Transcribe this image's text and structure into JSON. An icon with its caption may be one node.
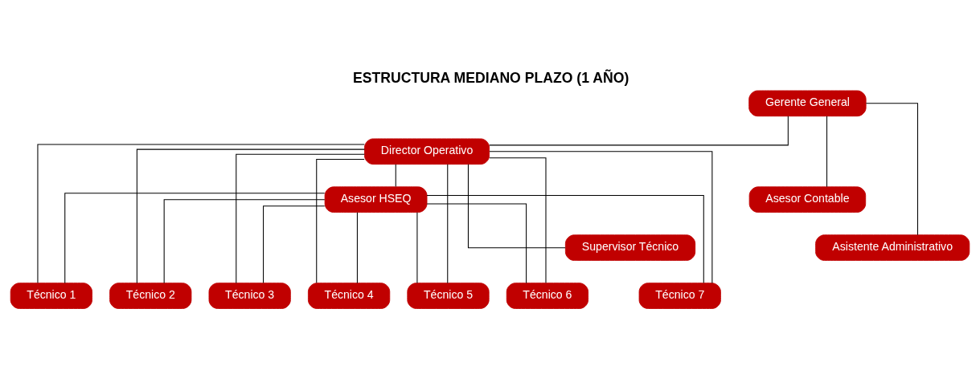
{
  "diagram": {
    "title": "ESTRUCTURA MEDIANO PLAZO (1 AÑO)",
    "nodes": [
      {
        "text": [
          "Gerente General"
        ]
      },
      {
        "text": [
          "Director Operativo"
        ]
      },
      {
        "text": [
          "Asesor HSEQ"
        ]
      },
      {
        "text": [
          "Asesor Contable"
        ]
      },
      {
        "text": [
          "Supervisor Técnico"
        ]
      },
      {
        "text": [
          "Asistente Administrativo"
        ]
      },
      {
        "text": [
          "Técnico 1"
        ]
      },
      {
        "text": [
          "Técnico 2"
        ]
      },
      {
        "text": [
          "Técnico 3"
        ]
      },
      {
        "text": [
          "Técnico 4"
        ]
      },
      {
        "text": [
          "Técnico 5"
        ]
      },
      {
        "text": [
          "Técnico 6"
        ]
      },
      {
        "text": [
          "Técnico 7"
        ]
      }
    ],
    "edges": [
      {
        "from": 0,
        "to": 1,
        "arrow": "none"
      },
      {
        "from": 0,
        "to": 3,
        "arrow": "none"
      },
      {
        "from": 0,
        "to": 5,
        "arrow": "none"
      },
      {
        "from": 1,
        "to": 2,
        "arrow": "none"
      },
      {
        "from": 1,
        "to": 4,
        "arrow": "none"
      },
      {
        "from": 1,
        "to": 6,
        "arrow": "none"
      },
      {
        "from": 1,
        "to": 7,
        "arrow": "none"
      },
      {
        "from": 1,
        "to": 8,
        "arrow": "none"
      },
      {
        "from": 1,
        "to": 9,
        "arrow": "none"
      },
      {
        "from": 1,
        "to": 10,
        "arrow": "none"
      },
      {
        "from": 1,
        "to": 11,
        "arrow": "none"
      },
      {
        "from": 1,
        "to": 12,
        "arrow": "none"
      },
      {
        "from": 2,
        "to": 6,
        "arrow": "none"
      },
      {
        "from": 2,
        "to": 7,
        "arrow": "none"
      },
      {
        "from": 2,
        "to": 8,
        "arrow": "none"
      },
      {
        "from": 2,
        "to": 9,
        "arrow": "none"
      },
      {
        "from": 2,
        "to": 10,
        "arrow": "none"
      },
      {
        "from": 2,
        "to": 11,
        "arrow": "none"
      },
      {
        "from": 2,
        "to": 12,
        "arrow": "none"
      }
    ]
  }
}
